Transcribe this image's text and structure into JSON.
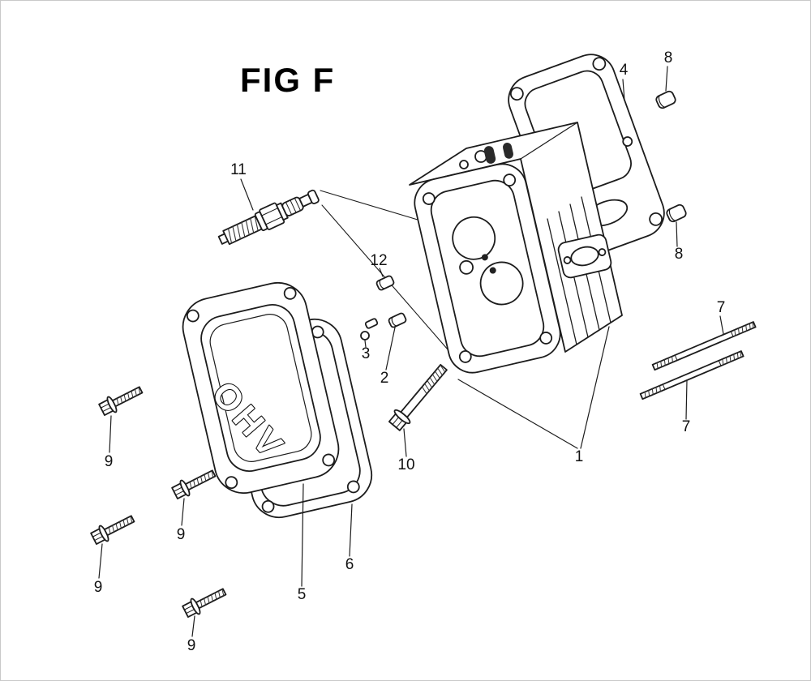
{
  "figure": {
    "title": "FIG F",
    "cover_emblem": "OHV"
  },
  "callouts": [
    {
      "num": "11",
      "part": "spark-plug"
    },
    {
      "num": "12",
      "part": "dowel-pin-upper"
    },
    {
      "num": "3",
      "part": "pin-and-washer"
    },
    {
      "num": "2",
      "part": "dowel-pin-lower"
    },
    {
      "num": "4",
      "part": "head-gasket"
    },
    {
      "num": "8",
      "part": "cap-top"
    },
    {
      "num": "8",
      "part": "cap-right"
    },
    {
      "num": "7",
      "part": "stud-upper"
    },
    {
      "num": "7",
      "part": "stud-lower"
    },
    {
      "num": "1",
      "part": "cylinder-head"
    },
    {
      "num": "10",
      "part": "flange-bolt-long"
    },
    {
      "num": "5",
      "part": "valve-cover"
    },
    {
      "num": "6",
      "part": "cover-gasket"
    },
    {
      "num": "9",
      "part": "flange-bolt-1"
    },
    {
      "num": "9",
      "part": "flange-bolt-2"
    },
    {
      "num": "9",
      "part": "flange-bolt-3"
    },
    {
      "num": "9",
      "part": "flange-bolt-4"
    }
  ]
}
